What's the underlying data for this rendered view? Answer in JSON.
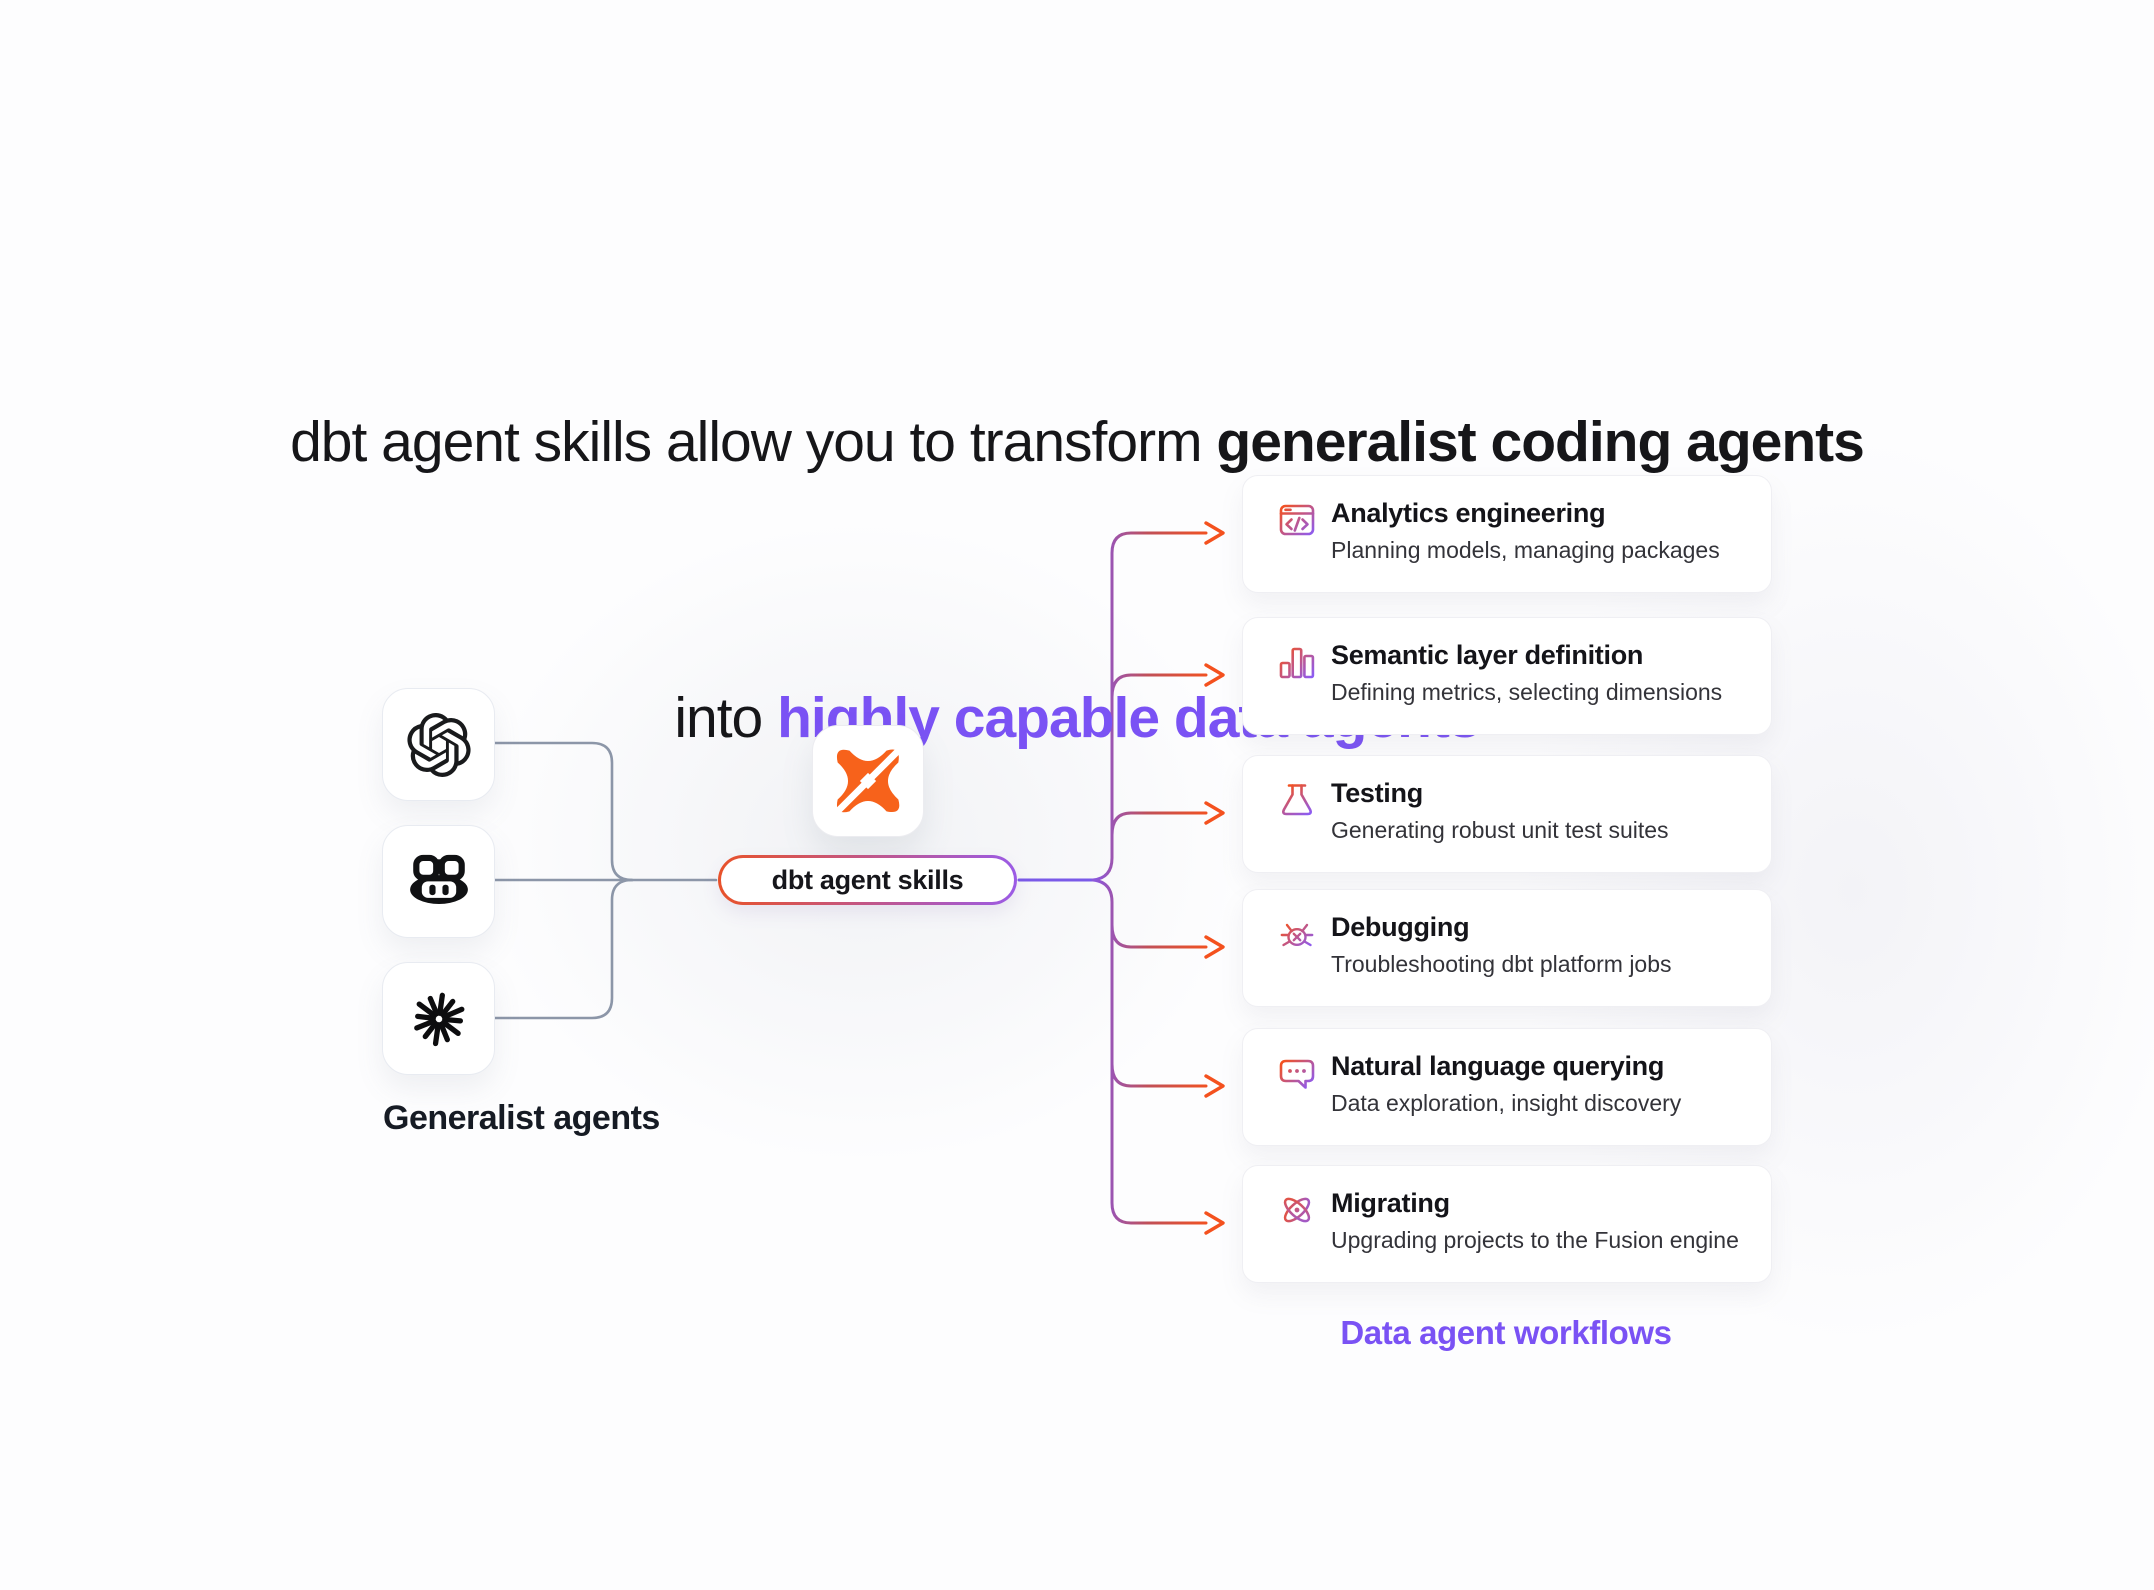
{
  "title": {
    "line1_regular": "dbt agent skills allow you to transform ",
    "line1_bold": "generalist coding agents",
    "line2_prefix": "into ",
    "line2_highlight": "highly capable data agents"
  },
  "left": {
    "label": "Generalist agents",
    "agents": [
      {
        "name": "openai",
        "icon": "openai-logo-icon"
      },
      {
        "name": "github-copilot",
        "icon": "copilot-logo-icon"
      },
      {
        "name": "anthropic",
        "icon": "anthropic-starburst-icon"
      }
    ]
  },
  "center": {
    "logo_icon": "dbt-logo-icon",
    "pill_label": "dbt agent skills"
  },
  "workflows": {
    "label": "Data agent workflows",
    "cards": [
      {
        "icon": "code-window-icon",
        "title": "Analytics engineering",
        "subtitle": "Planning models, managing packages"
      },
      {
        "icon": "bar-chart-icon",
        "title": "Semantic layer definition",
        "subtitle": "Defining metrics, selecting dimensions"
      },
      {
        "icon": "flask-icon",
        "title": "Testing",
        "subtitle": "Generating robust unit test suites"
      },
      {
        "icon": "bug-icon",
        "title": "Debugging",
        "subtitle": "Troubleshooting dbt platform jobs"
      },
      {
        "icon": "chat-bubble-icon",
        "title": "Natural language querying",
        "subtitle": "Data exploration, insight discovery"
      },
      {
        "icon": "atom-icon",
        "title": "Migrating",
        "subtitle": "Upgrading projects to the Fusion engine"
      }
    ]
  },
  "colors": {
    "accent_purple": "#7A52F4",
    "accent_orange": "#F4511E",
    "dbt_orange": "#F7621B",
    "wire_gray": "#8C96A8",
    "wire_purple": "#7A5AE8",
    "text_dark": "#161619",
    "subtitle_gray": "#333339"
  }
}
